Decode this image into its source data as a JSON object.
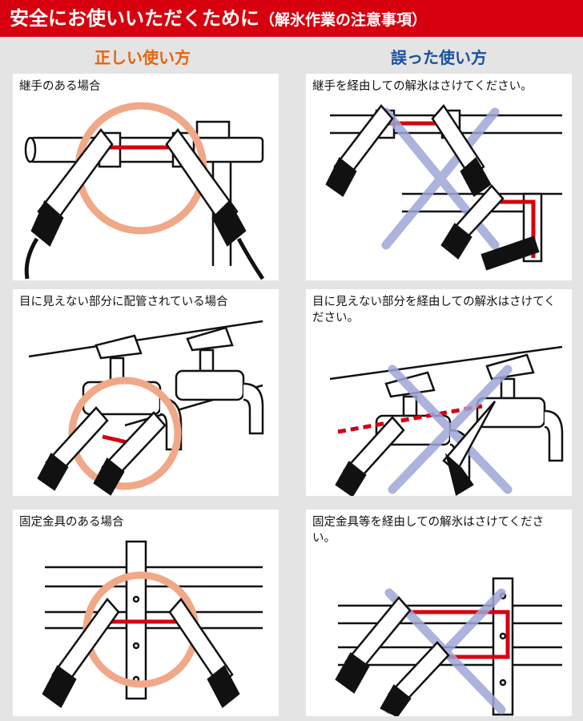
{
  "header": {
    "title": "安全にお使いいただくために",
    "subtitle": "（解氷作業の注意事項）"
  },
  "correct": {
    "heading": "正しい使い方",
    "panels": [
      {
        "caption": "継手のある場合"
      },
      {
        "caption": "目に見えない部分に配管されている場合"
      },
      {
        "caption": "固定金具のある場合"
      }
    ]
  },
  "wrong": {
    "heading": "誤った使い方",
    "panels": [
      {
        "caption": "継手を経由しての解氷はさけてください。"
      },
      {
        "caption": "目に見えない部分を経由しての解氷はさけてください。"
      },
      {
        "caption": "固定金具等を経由しての解氷はさけてください。"
      }
    ]
  },
  "colors": {
    "header_bg": "#d6000f",
    "correct_heading": "#e8640a",
    "wrong_heading": "#1a4fa0",
    "circle": "#f0a888",
    "cross": "#9ea6d6",
    "current_path": "#d6000f"
  }
}
